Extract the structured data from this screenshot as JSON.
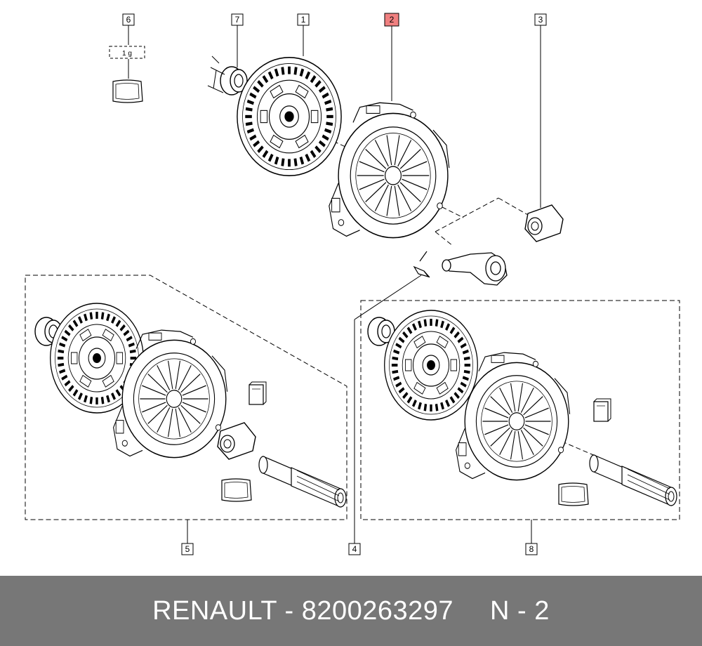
{
  "footer": {
    "brand_part": "RENAULT - 8200263297",
    "page_ref": "N - 2"
  },
  "callouts": {
    "c1": "1",
    "c2": "2",
    "c3": "3",
    "c4": "4",
    "c5": "5",
    "c6": "6",
    "c7": "7",
    "c8": "8"
  },
  "grease_label": "1 g",
  "highlight_color": "#f08080",
  "footer_color": "#777777"
}
